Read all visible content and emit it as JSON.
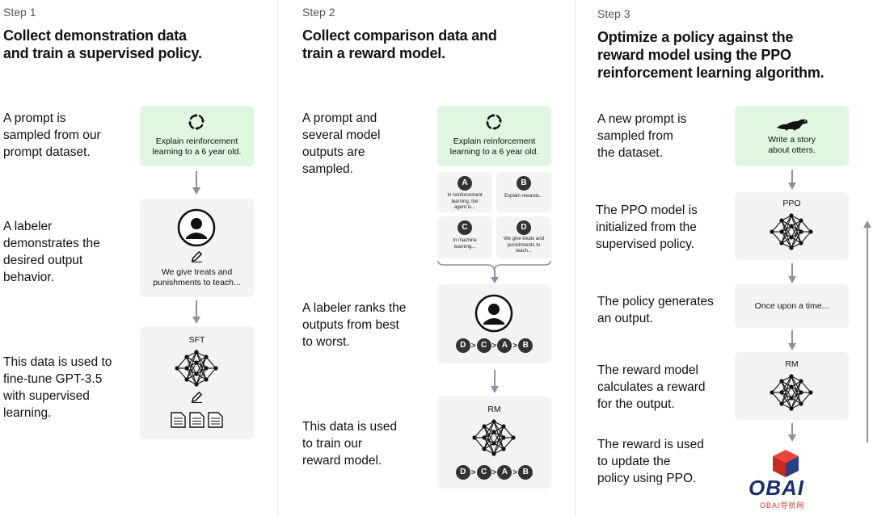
{
  "steps": [
    {
      "label": "Step 1",
      "title_lines": [
        "Collect demonstration data",
        "and train a supervised policy."
      ],
      "descriptions": [
        [
          "A prompt is",
          "sampled from our",
          "prompt dataset."
        ],
        [
          "A labeler",
          "demonstrates the",
          "desired output",
          "behavior."
        ],
        [
          "This data is used to",
          "fine-tune GPT-3.5",
          "with supervised",
          "learning."
        ]
      ],
      "prompt_lines": [
        "Explain reinforcement",
        "learning to a 6 year old."
      ],
      "demo_lines": [
        "We give treats and",
        "punishments to teach..."
      ],
      "model_label": "SFT"
    },
    {
      "label": "Step 2",
      "title_lines": [
        "Collect comparison data and",
        "train a reward model."
      ],
      "descriptions": [
        [
          "A prompt and",
          "several model",
          "outputs are",
          "sampled."
        ],
        [
          "A labeler ranks the",
          "outputs from best",
          "to worst."
        ],
        [
          "This data is used",
          "to train our",
          "reward model."
        ]
      ],
      "prompt_lines": [
        "Explain reinforcement",
        "learning to a 6 year old."
      ],
      "outputs": [
        {
          "letter": "A",
          "lines": [
            "In reinforcement",
            "learning, the",
            "agent is..."
          ]
        },
        {
          "letter": "B",
          "lines": [
            "Explain rewards..."
          ]
        },
        {
          "letter": "C",
          "lines": [
            "In machine",
            "learning..."
          ]
        },
        {
          "letter": "D",
          "lines": [
            "We give treats and",
            "punishments to",
            "teach..."
          ]
        }
      ],
      "ranking": [
        "D",
        "C",
        "A",
        "B"
      ],
      "ranking_sep": ">",
      "model_label": "RM"
    },
    {
      "label": "Step 3",
      "title_lines": [
        "Optimize a policy against the",
        "reward model using the PPO",
        "reinforcement learning algorithm."
      ],
      "descriptions": [
        [
          "A new prompt is",
          "sampled from",
          "the dataset."
        ],
        [
          "The PPO model is",
          "initialized from the",
          "supervised policy."
        ],
        [
          "The policy generates",
          "an output."
        ],
        [
          "The reward model",
          "calculates a reward",
          "for the output."
        ],
        [
          "The reward is used",
          "to update the",
          "policy using PPO."
        ]
      ],
      "prompt_lines": [
        "Write a story",
        "about otters."
      ],
      "ppo_label": "PPO",
      "output_text": "Once upon a time...",
      "rm_label": "RM"
    }
  ],
  "watermark": {
    "brand": "OBAI",
    "sub": "OBAI导航网"
  },
  "colors": {
    "prompt_card": "#dff7e1",
    "card": "#f3f3f1",
    "arrow": "#8f8fa0",
    "divider": "#e4e4e4",
    "logo_blue": "#1b2f6e",
    "logo_red": "#d9372b"
  }
}
